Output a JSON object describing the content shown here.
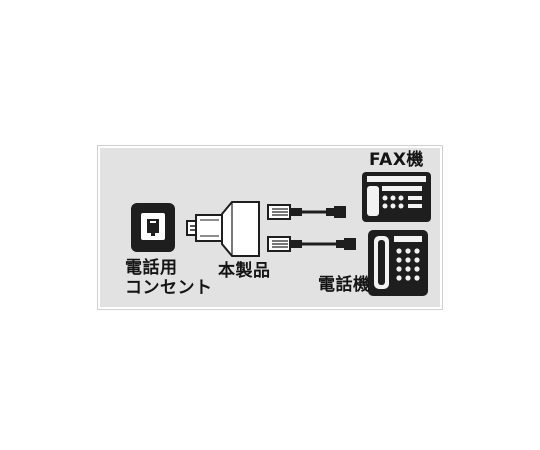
{
  "labels": {
    "outlet_line1": "電話用",
    "outlet_line2": "コンセント",
    "product": "本製品",
    "fax": "FAX機",
    "phone": "電話機"
  },
  "colors": {
    "panel_background": "#e2e2e2",
    "ink": "#141414",
    "device_body": "#1e1e1e",
    "device_light": "#f2f2f2"
  }
}
